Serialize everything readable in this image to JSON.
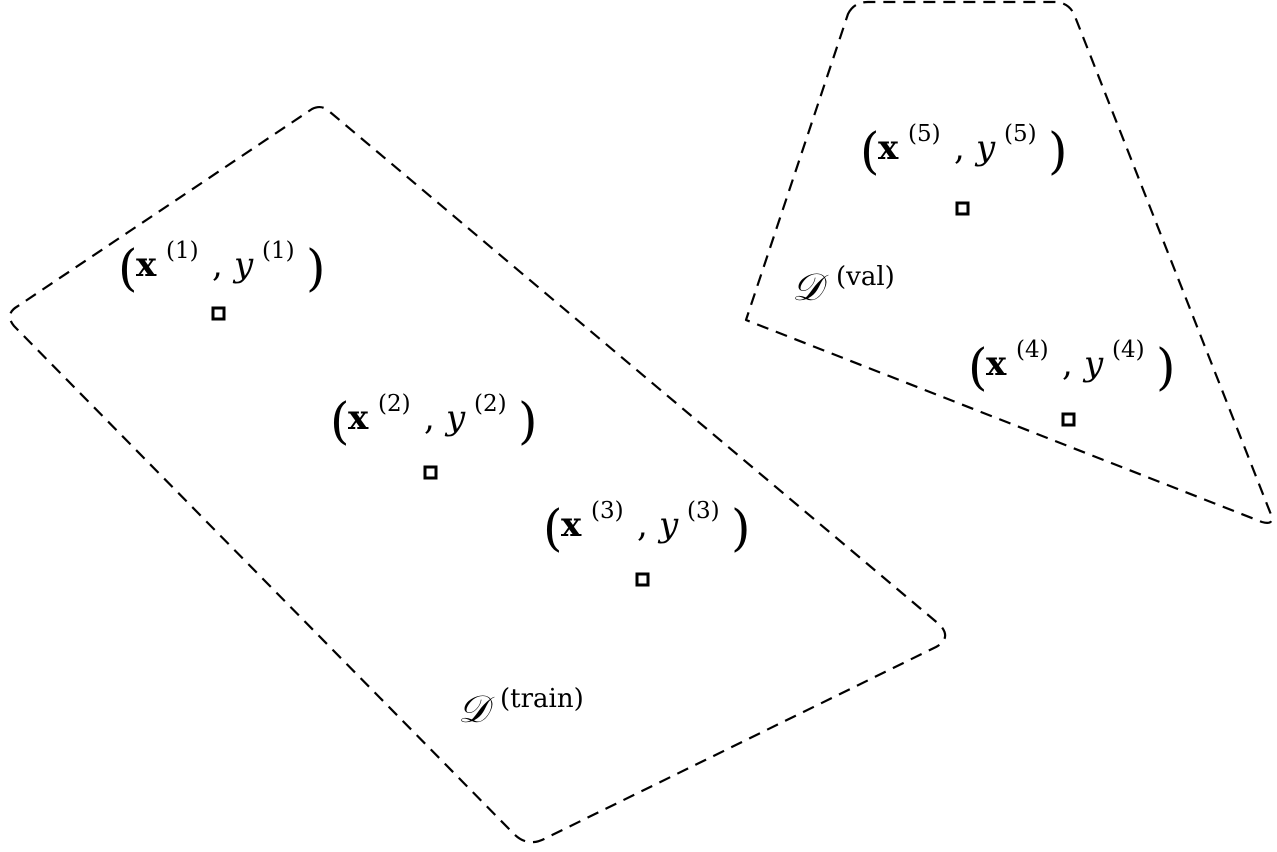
{
  "diagram": {
    "sets": [
      {
        "id": "train",
        "symbol": "𝒟",
        "superscript": "(train)"
      },
      {
        "id": "val",
        "symbol": "𝒟",
        "superscript": "(val)"
      }
    ],
    "points": [
      {
        "index": "(1)",
        "set": "train",
        "x_symbol": "x",
        "y_symbol": "y"
      },
      {
        "index": "(2)",
        "set": "train",
        "x_symbol": "x",
        "y_symbol": "y"
      },
      {
        "index": "(3)",
        "set": "train",
        "x_symbol": "x",
        "y_symbol": "y"
      },
      {
        "index": "(4)",
        "set": "val",
        "x_symbol": "x",
        "y_symbol": "y"
      },
      {
        "index": "(5)",
        "set": "val",
        "x_symbol": "x",
        "y_symbol": "y"
      }
    ],
    "punctuation": {
      "open_paren": "(",
      "close_paren": ")",
      "comma": ","
    },
    "colors": {
      "stroke": "#000000",
      "background": "#ffffff"
    }
  }
}
